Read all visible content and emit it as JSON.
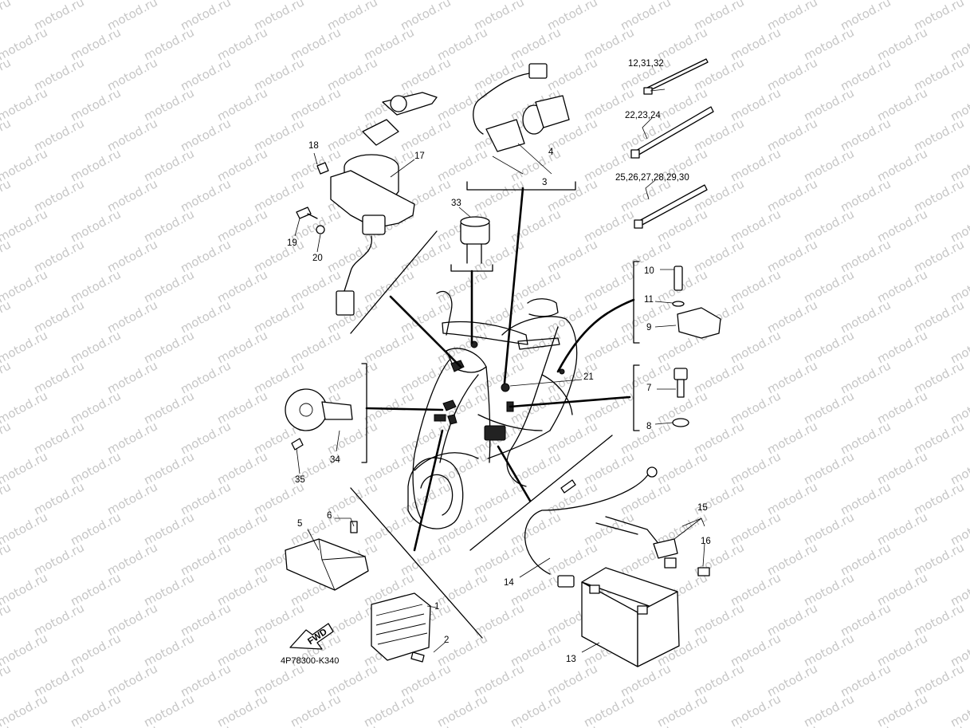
{
  "diagram": {
    "watermark": "motod.ru",
    "drawing_code": "4P78300-K340",
    "fwd_label": "FWD",
    "callouts": {
      "c1": "1",
      "c2": "2",
      "c3": "3",
      "c4": "4",
      "c5": "5",
      "c6": "6",
      "c7": "7",
      "c8": "8",
      "c9": "9",
      "c10": "10",
      "c11": "11",
      "c12": "12,31,32",
      "c13": "13",
      "c14": "14",
      "c15": "15",
      "c16": "16",
      "c17": "17",
      "c18": "18",
      "c19": "19",
      "c20": "20",
      "c21": "21",
      "c22": "22,23,24",
      "c25": "25,26,27,28,29,30",
      "c33": "33",
      "c34": "34",
      "c35": "35"
    }
  }
}
